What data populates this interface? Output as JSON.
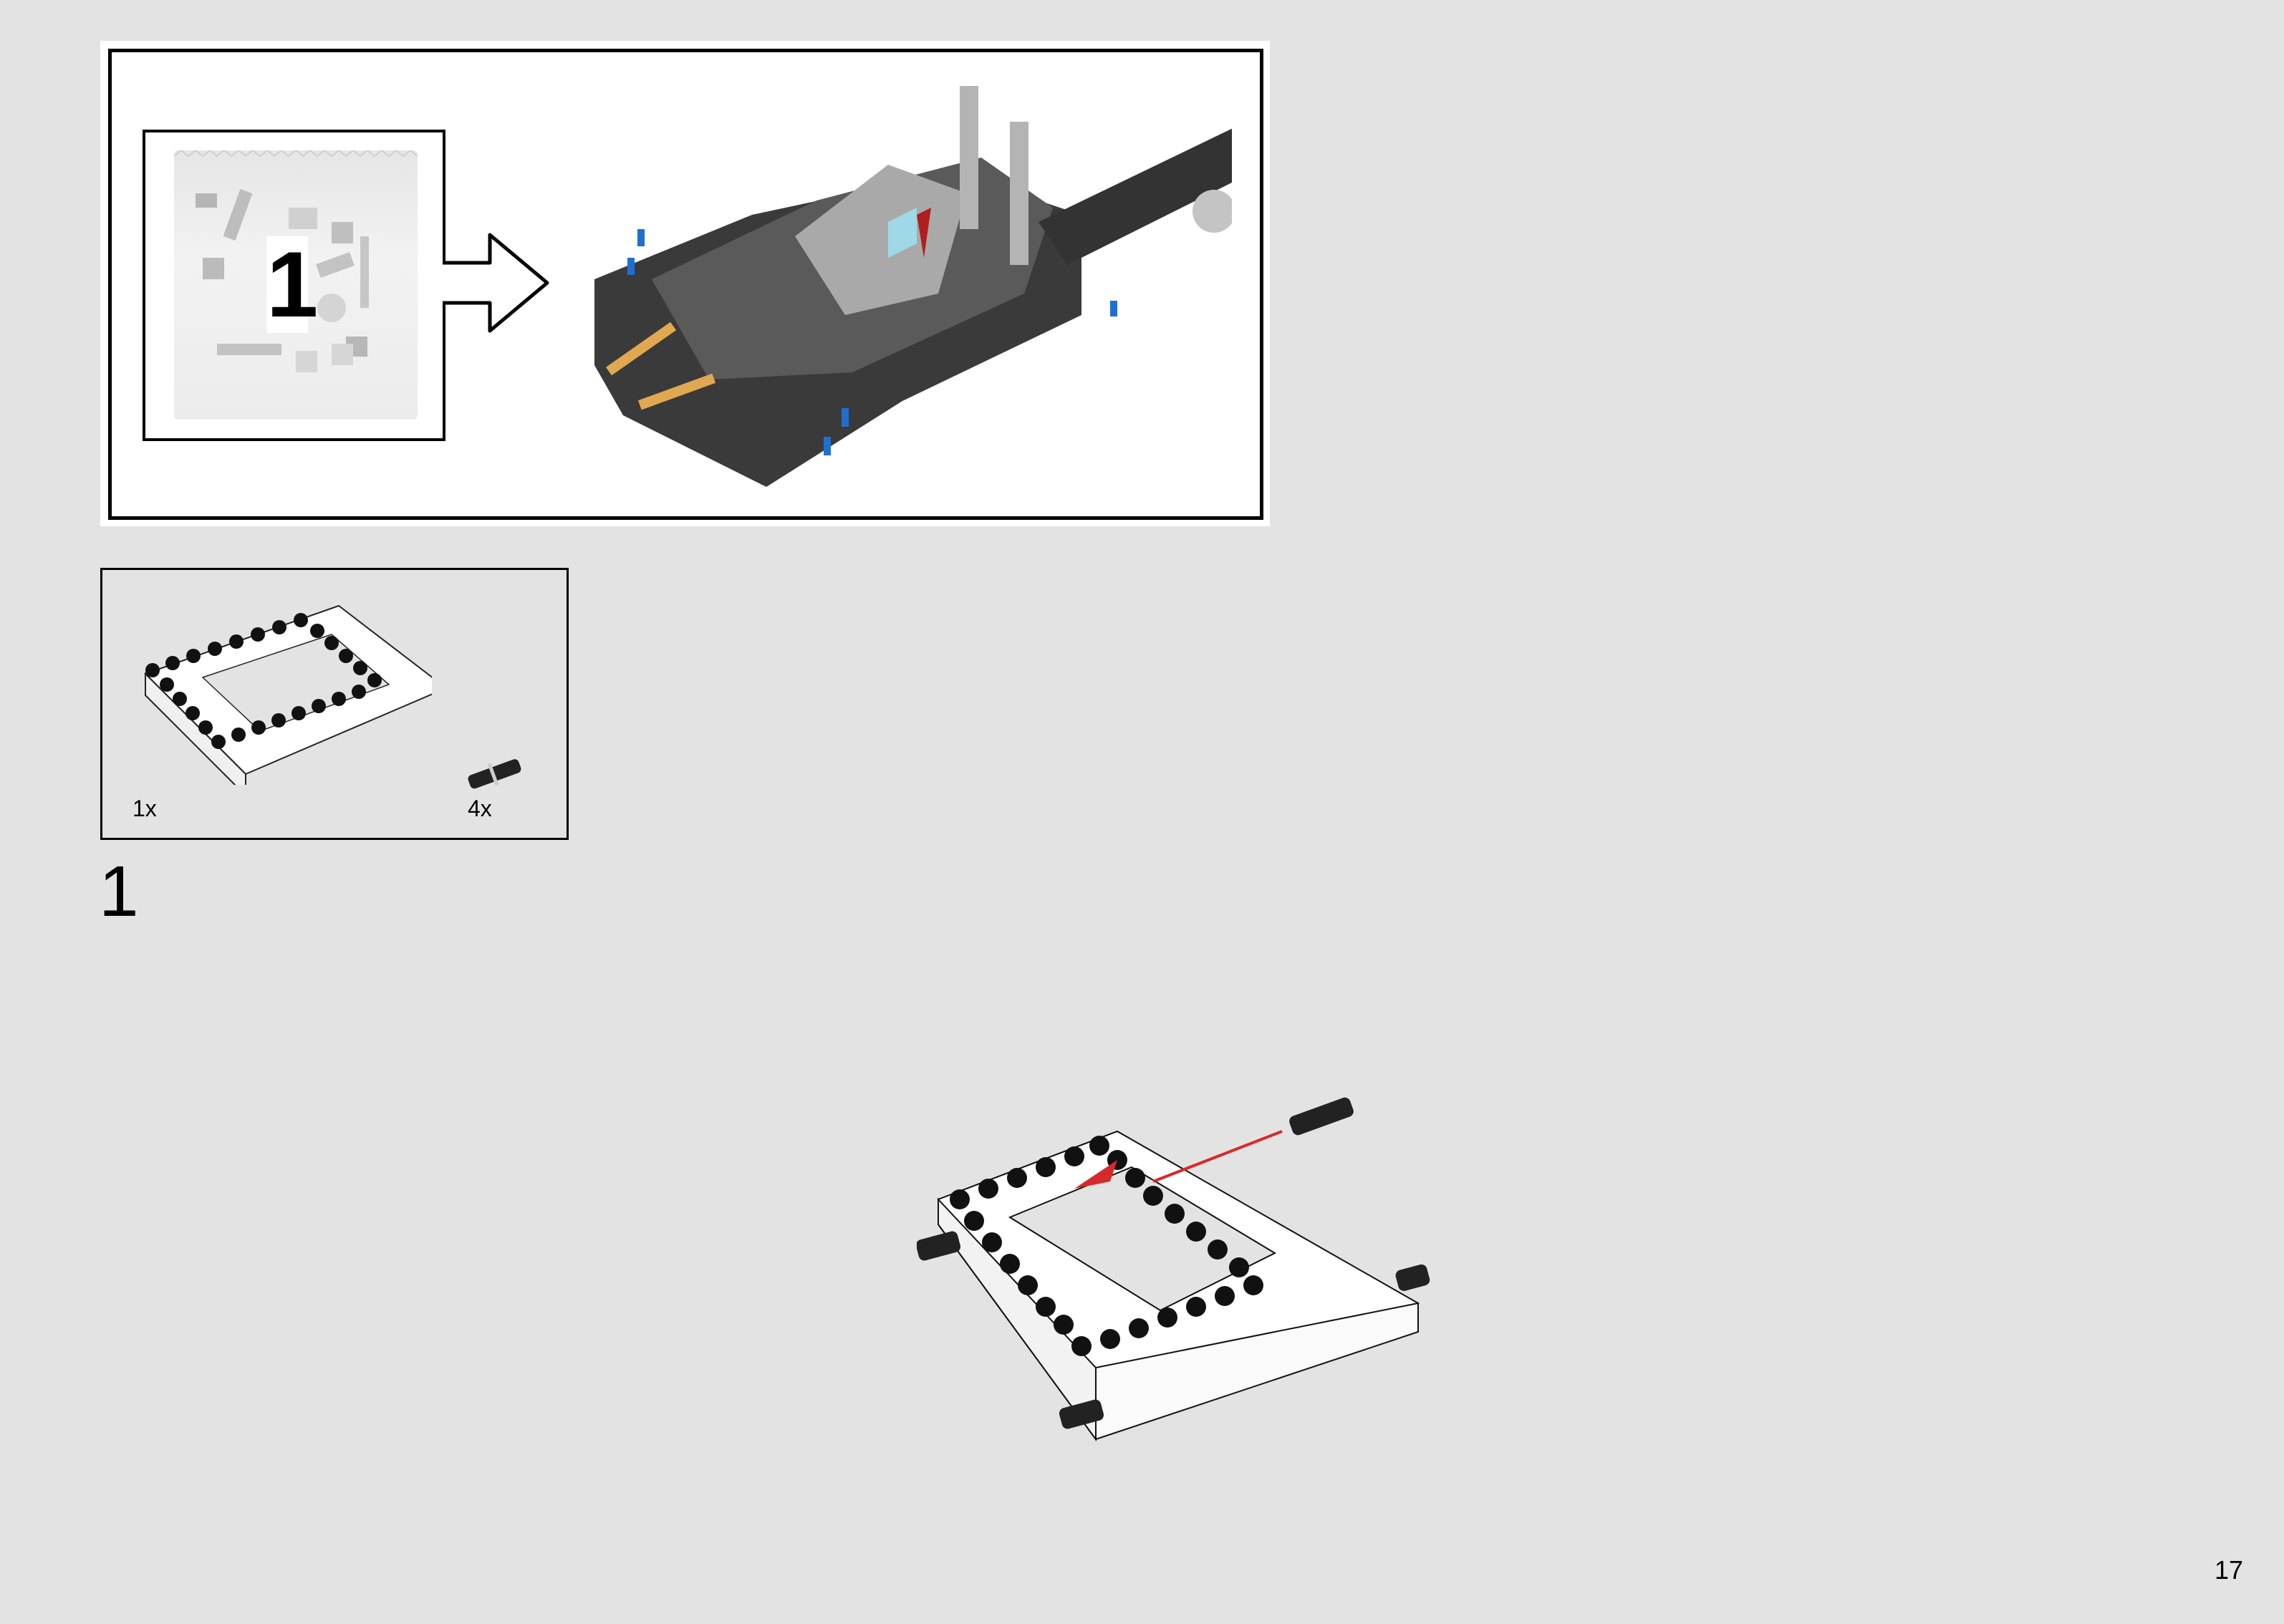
{
  "page": {
    "background": "#e3e3e3",
    "page_number": "17"
  },
  "bag_callout": {
    "bag_number": "1",
    "arrow_icon": "right-arrow-outline",
    "model_preview": "assembled-chassis-dark-grey"
  },
  "parts_list": {
    "items": [
      {
        "part": "white-technic-frame-5x7-open",
        "quantity": "1x"
      },
      {
        "part": "black-friction-pin",
        "quantity": "4x"
      }
    ]
  },
  "step": {
    "number": "1",
    "accent_arrow_color": "#d62a2a",
    "description_visual": "insert-4-pins-into-frame"
  }
}
